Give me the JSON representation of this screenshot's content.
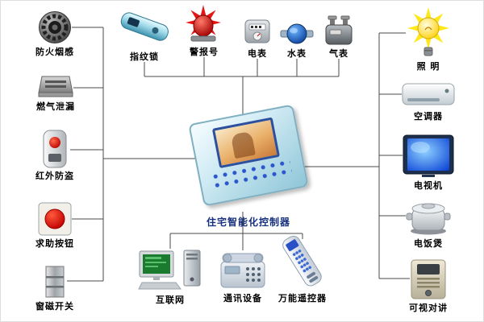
{
  "diagram": {
    "center": {
      "label": "住宅智能化控制器"
    },
    "left": [
      {
        "id": "smoke-sensor",
        "label": "防火烟感"
      },
      {
        "id": "gas-leak",
        "label": "燃气泄漏"
      },
      {
        "id": "infrared-guard",
        "label": "红外防盗"
      },
      {
        "id": "help-button",
        "label": "求助按钮"
      },
      {
        "id": "window-switch",
        "label": "窗磁开关"
      }
    ],
    "top": [
      {
        "id": "fingerprint-lock",
        "label": "指纹锁"
      },
      {
        "id": "alarm",
        "label": "警报号"
      },
      {
        "id": "electric-meter",
        "label": "电表"
      },
      {
        "id": "water-meter",
        "label": "水表"
      },
      {
        "id": "gas-meter",
        "label": "气表"
      }
    ],
    "right": [
      {
        "id": "lighting",
        "label": "照 明"
      },
      {
        "id": "air-conditioner",
        "label": "空调器"
      },
      {
        "id": "television",
        "label": "电视机"
      },
      {
        "id": "rice-cooker",
        "label": "电饭煲"
      },
      {
        "id": "video-intercom",
        "label": "可视对讲"
      }
    ],
    "bottom": [
      {
        "id": "internet",
        "label": "互联网"
      },
      {
        "id": "comm-equipment",
        "label": "通讯设备"
      },
      {
        "id": "universal-remote",
        "label": "万能遥控器"
      }
    ]
  },
  "colors": {
    "wire": "#4a4a4a",
    "label_text": "#000000",
    "center_label_text": "#17317e",
    "alarm_red": "#e81515",
    "bulb_yellow": "#ffe81a",
    "tv_screen_blue": "#0a43d6",
    "controller_panel": "#cfeaf3"
  }
}
